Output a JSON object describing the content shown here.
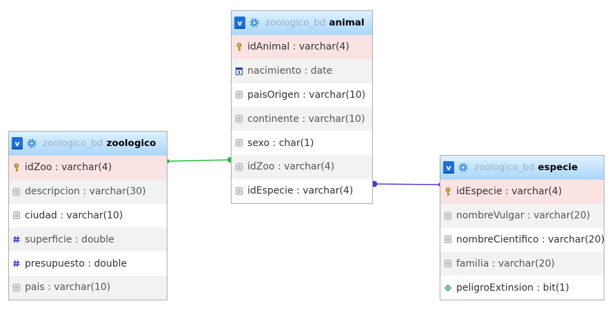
{
  "tables": {
    "animal": {
      "db": "zoologico_bd",
      "name": "animal",
      "columns": [
        {
          "label": "idAnimal : varchar(4)",
          "icon": "key-icon"
        },
        {
          "label": "nacimiento : date",
          "icon": "date-icon"
        },
        {
          "label": "paisOrigen : varchar(10)",
          "icon": "text-field-icon"
        },
        {
          "label": "continente : varchar(10)",
          "icon": "text-field-icon"
        },
        {
          "label": "sexo : char(1)",
          "icon": "text-field-icon"
        },
        {
          "label": "idZoo : varchar(4)",
          "icon": "text-field-icon"
        },
        {
          "label": "idEspecie : varchar(4)",
          "icon": "text-field-icon"
        }
      ]
    },
    "zoologico": {
      "db": "zoologico_bd",
      "name": "zoologico",
      "columns": [
        {
          "label": "idZoo : varchar(4)",
          "icon": "key-icon"
        },
        {
          "label": "descripcion : varchar(30)",
          "icon": "text-field-icon"
        },
        {
          "label": "ciudad : varchar(10)",
          "icon": "text-field-icon"
        },
        {
          "label": "superficie : double",
          "icon": "numeric-icon"
        },
        {
          "label": "presupuesto : double",
          "icon": "numeric-icon"
        },
        {
          "label": "pais : varchar(10)",
          "icon": "text-field-icon"
        }
      ]
    },
    "especie": {
      "db": "zoologico_bd",
      "name": "especie",
      "columns": [
        {
          "label": "idEspecie : varchar(4)",
          "icon": "key-icon"
        },
        {
          "label": "nombreVulgar : varchar(20)",
          "icon": "text-field-icon"
        },
        {
          "label": "nombreCientifico : varchar(20)",
          "icon": "text-field-icon"
        },
        {
          "label": "familia : varchar(20)",
          "icon": "text-field-icon"
        },
        {
          "label": "peligroExtinsion : bit(1)",
          "icon": "bit-icon"
        }
      ]
    }
  },
  "toggle_label": "v",
  "colors": {
    "relation_zoo": "#22bb33",
    "relation_especie": "#5533cc"
  }
}
